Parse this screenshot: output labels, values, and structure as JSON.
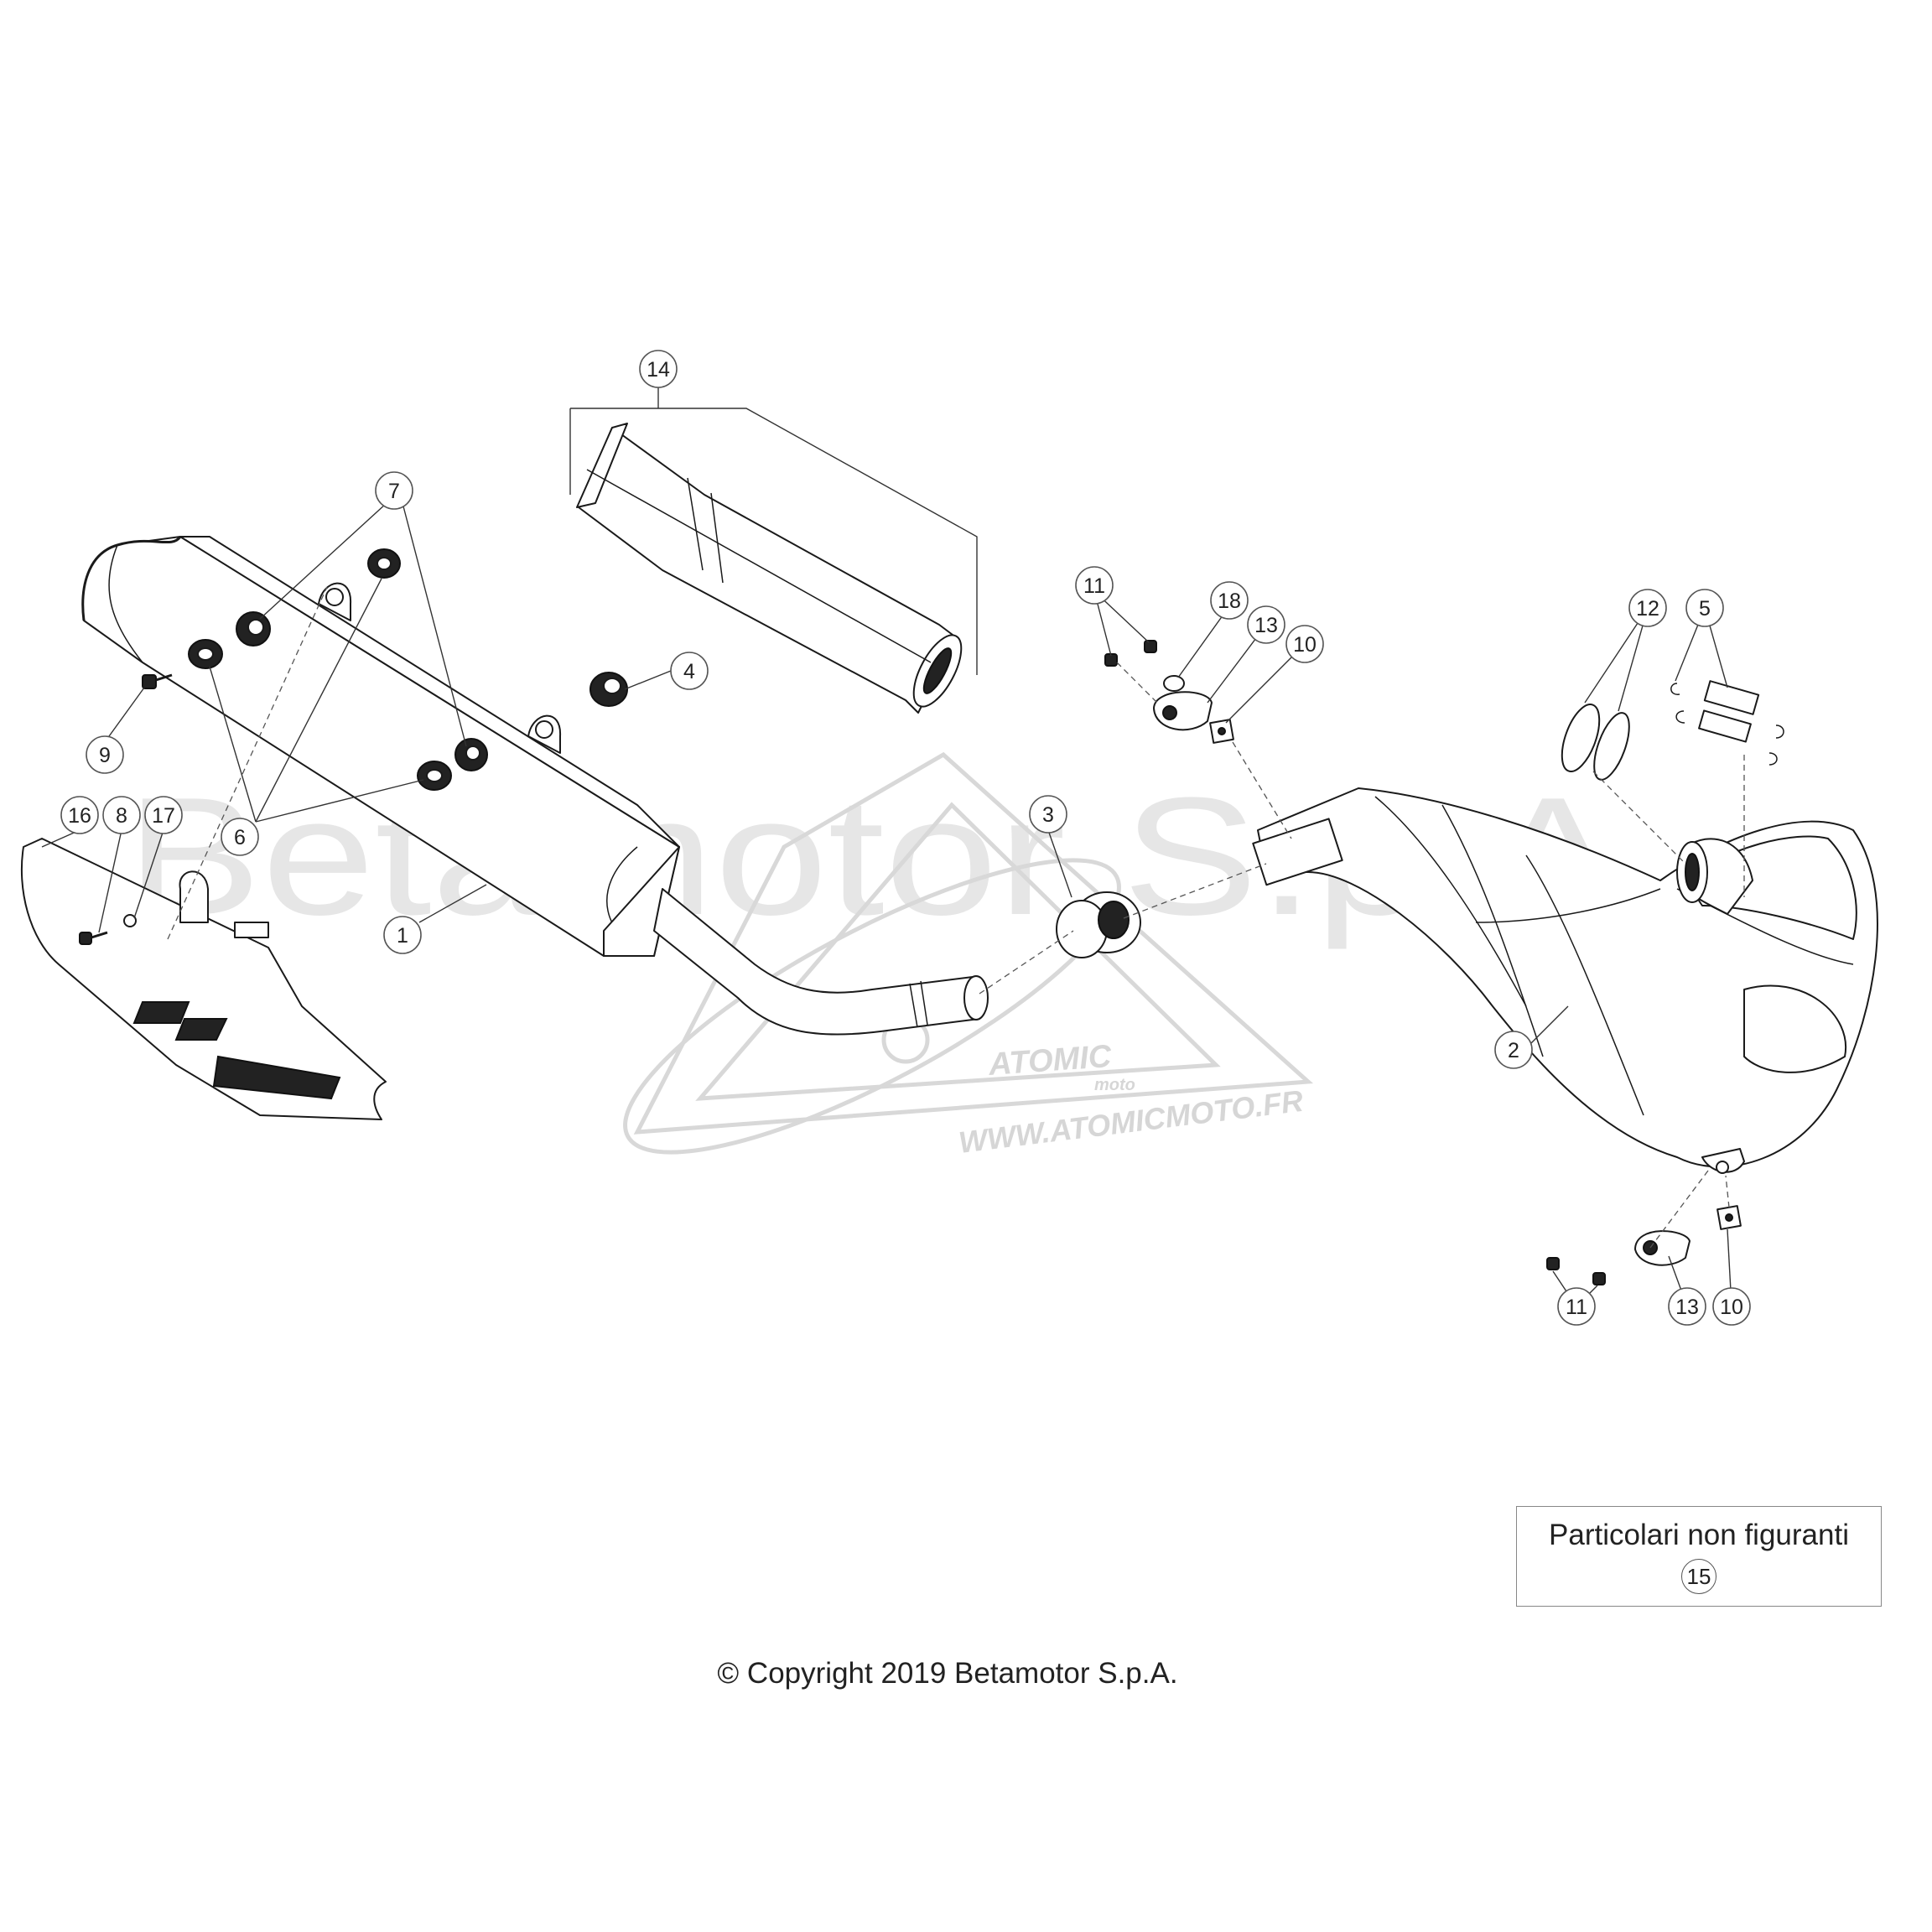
{
  "watermark": {
    "company_text": "Betamotor S.p.A.",
    "logo_text": "ATOMIC",
    "logo_subtext": "moto",
    "url_text": "WWW.ATOMICMOTO.FR"
  },
  "callouts": [
    "1",
    "2",
    "3",
    "4",
    "5",
    "6",
    "6",
    "7",
    "8",
    "9",
    "10",
    "10",
    "11",
    "11",
    "12",
    "13",
    "13",
    "14",
    "16",
    "17",
    "18"
  ],
  "note": {
    "text": "Particolari non figuranti",
    "number": "15"
  },
  "copyright": "© Copyright 2019 Betamotor S.p.A."
}
